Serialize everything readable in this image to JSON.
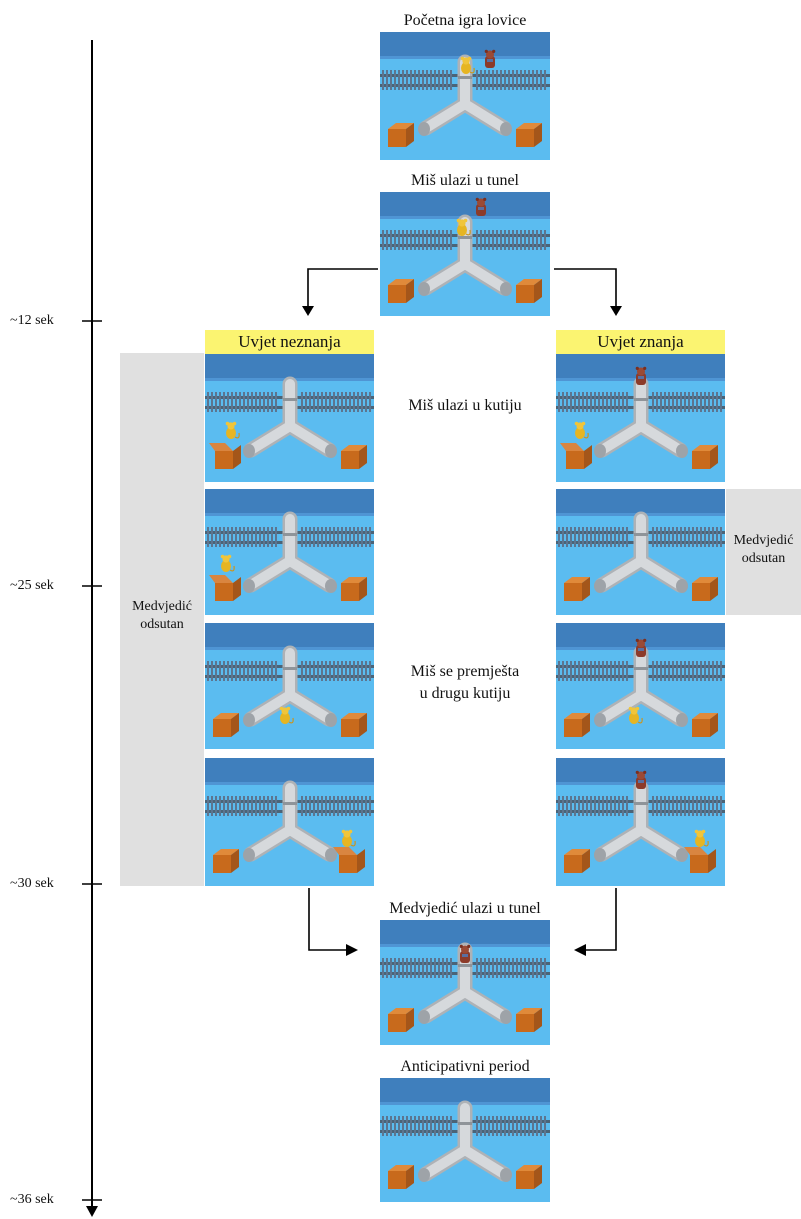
{
  "timeline": {
    "ticks": [
      "~12 sek",
      "~25 sek",
      "~30 sek",
      "~36 sek"
    ]
  },
  "top": {
    "scene1_title": "Početna igra lovice",
    "scene2_title": "Miš ulazi u tunel"
  },
  "conditions": {
    "ignorance_label": "Uvjet neznanja",
    "knowledge_label": "Uvjet znanja"
  },
  "middle": {
    "mouse_enters_box": "Miš ulazi u kutiju",
    "mouse_moves_line1": "Miš se premješta",
    "mouse_moves_line2": "u drugu kutiju"
  },
  "bear_absent": {
    "left_line1": "Medvjedić",
    "left_line2": "odsutan",
    "right_line1": "Medvjedić",
    "right_line2": "odsutan"
  },
  "bottom": {
    "bear_enters_tunnel": "Medvjedić ulazi u tunel",
    "anticipation": "Anticipativni period"
  },
  "colors": {
    "sky": "#5bbcf0",
    "wall": "#3f7fbd",
    "condition_header": "#fbf471",
    "bear_absent_panel": "#e0e0e0",
    "box": "#c86a1c",
    "tunnel": "#c9ccd0"
  },
  "icons": {
    "mouse": "mouse-icon",
    "bear": "bear-icon",
    "box": "box-icon",
    "tunnel": "tunnel-icon"
  }
}
